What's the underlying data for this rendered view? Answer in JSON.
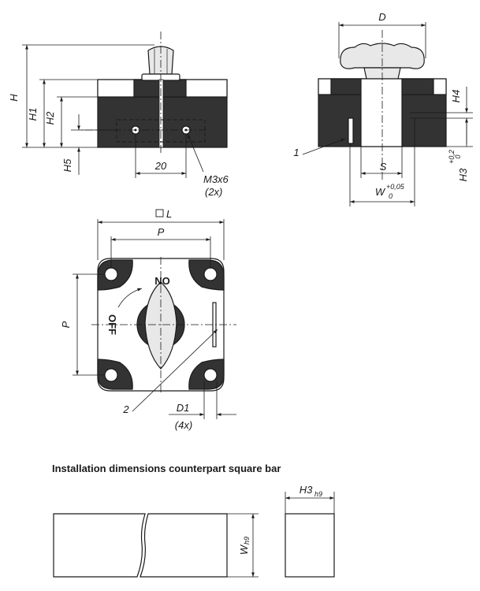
{
  "front_view": {
    "dim_H": "H",
    "dim_H1": "H1",
    "dim_H2": "H2",
    "dim_H5": "H5",
    "dim_20": "20",
    "thread": "M3x6",
    "thread_qty": "(2x)"
  },
  "side_view": {
    "dim_D": "D",
    "dim_H4": "H4",
    "dim_H3": "H3",
    "tol_H3_upper": "+0,2",
    "tol_H3_lower": "0",
    "dim_S": "S",
    "dim_W": "W",
    "tol_W_upper": "+0,05",
    "tol_W_lower": "0",
    "callout_1": "1"
  },
  "top_view": {
    "dim_L": "L",
    "dim_P_horizontal": "P",
    "dim_P_vertical": "P",
    "label_on": "ON",
    "label_off": "OFF",
    "callout_2": "2",
    "dim_D1": "D1",
    "dim_D1_qty": "(4x)"
  },
  "installation": {
    "title": "Installation dimensions counterpart square bar",
    "dim_W": "W",
    "tol_W": "h9",
    "dim_H3": "H3",
    "tol_H3": "h9"
  }
}
